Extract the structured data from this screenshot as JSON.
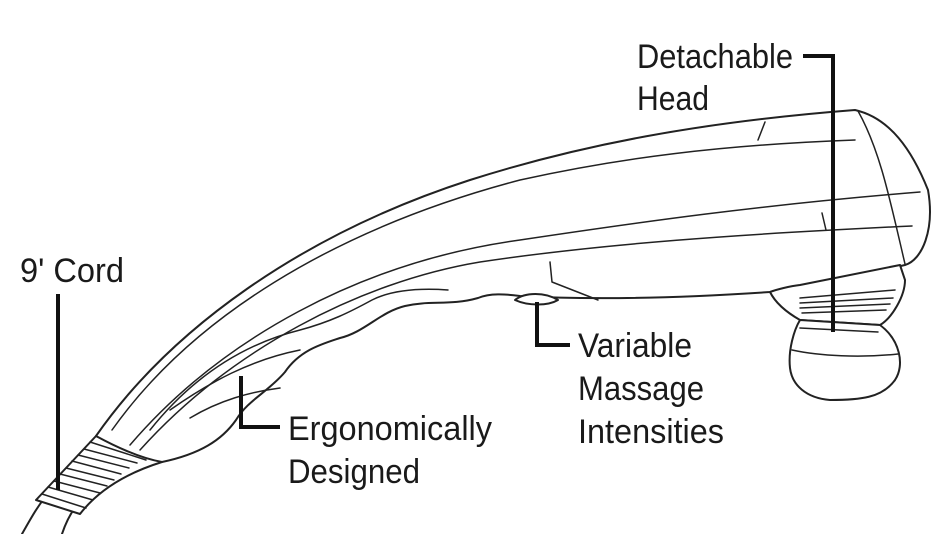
{
  "callouts": {
    "detachable_head": [
      "Detachable",
      "Head"
    ],
    "cord": [
      "9' Cord"
    ],
    "massage_intensities": [
      "Variable",
      "Massage",
      "Intensities"
    ],
    "ergonomic": [
      "Ergonomically",
      "Designed"
    ]
  },
  "colors": {
    "line": "#222222",
    "background": "#ffffff"
  }
}
